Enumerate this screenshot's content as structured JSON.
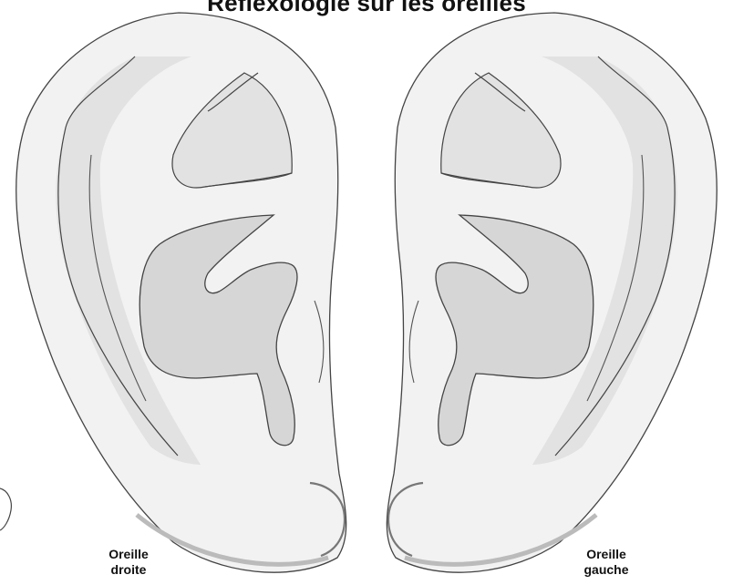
{
  "title": "Réflexologie sur les oreilles",
  "ears": {
    "right": {
      "line1": "Oreille",
      "line2": "droite"
    },
    "left": {
      "line1": "Oreille",
      "line2": "gauche"
    }
  },
  "colors": {
    "outer": "#f2f2f2",
    "rim": "#e2e2e2",
    "concha": "#d6d6d6",
    "outline": "#444444",
    "lobe_arc": "#777777"
  }
}
